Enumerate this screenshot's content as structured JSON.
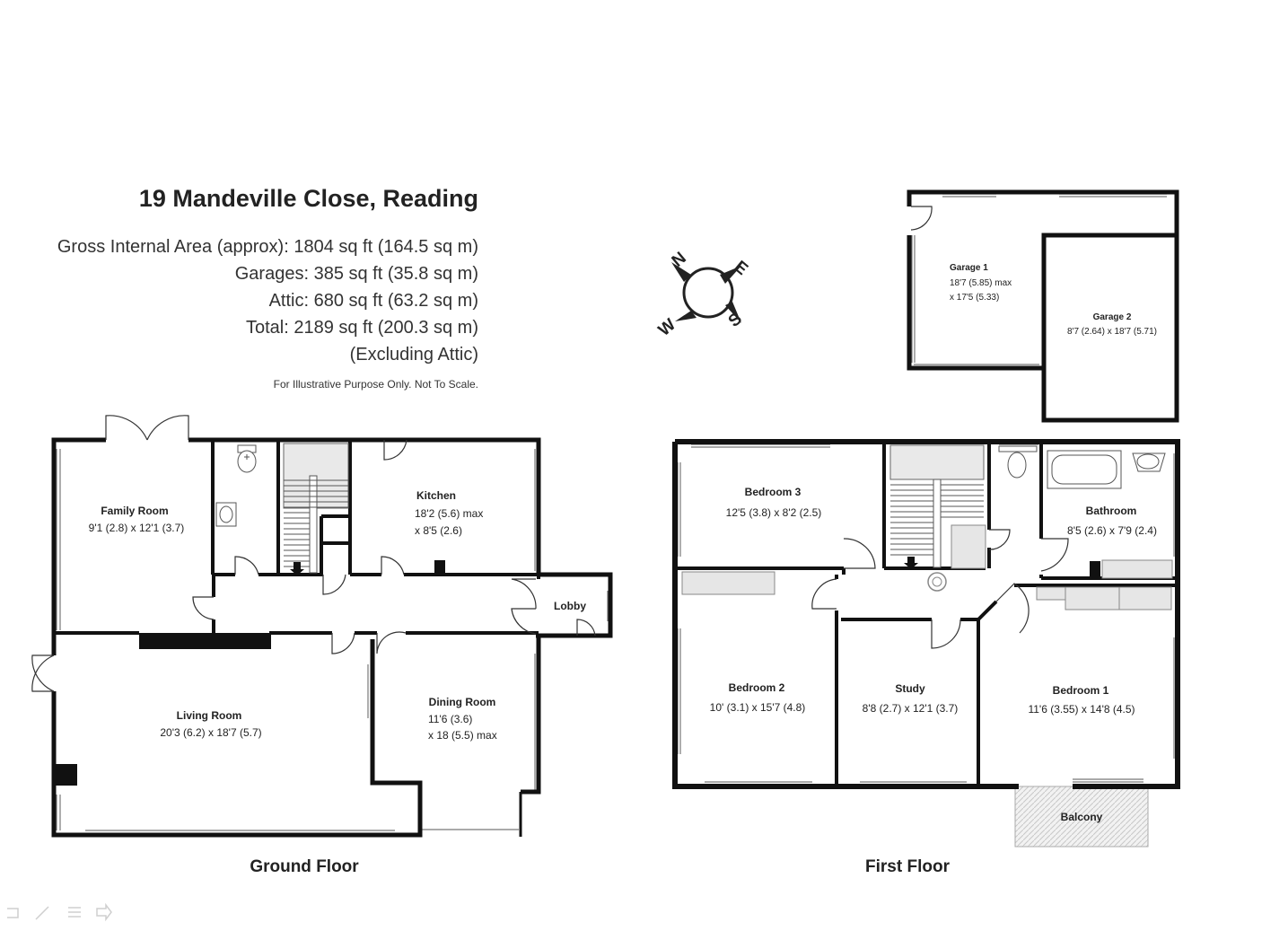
{
  "header": {
    "title": "19 Mandeville Close, Reading",
    "lines": [
      "Gross Internal Area (approx): 1804 sq ft (164.5 sq m)",
      "Garages: 385 sq ft (35.8 sq m)",
      "Attic: 680 sq ft (63.2 sq m)",
      "Total: 2189 sq ft (200.3 sq m)",
      "(Excluding Attic)"
    ],
    "note": "For Illustrative Purpose Only. Not To Scale."
  },
  "compass": {
    "n": "N",
    "e": "E",
    "s": "S",
    "w": "W"
  },
  "ground_floor": {
    "label": "Ground Floor",
    "rooms": {
      "family_room": {
        "name": "Family Room",
        "dims": [
          "9'1 (2.8) x 12'1 (3.7)"
        ]
      },
      "kitchen": {
        "name": "Kitchen",
        "dims": [
          "18'2 (5.6) max",
          "x 8'5 (2.6)"
        ]
      },
      "lobby": {
        "name": "Lobby"
      },
      "living_room": {
        "name": "Living Room",
        "dims": [
          "20'3 (6.2) x 18'7 (5.7)"
        ]
      },
      "dining_room": {
        "name": "Dining Room",
        "dims": [
          "11'6 (3.6)",
          "x 18 (5.5) max"
        ]
      }
    }
  },
  "first_floor": {
    "label": "First Floor",
    "rooms": {
      "bedroom_3": {
        "name": "Bedroom 3",
        "dims": [
          "12'5 (3.8) x 8'2 (2.5)"
        ]
      },
      "bathroom": {
        "name": "Bathroom",
        "dims": [
          "8'5 (2.6) x 7'9 (2.4)"
        ]
      },
      "bedroom_2": {
        "name": "Bedroom 2",
        "dims": [
          "10' (3.1) x 15'7 (4.8)"
        ]
      },
      "study": {
        "name": "Study",
        "dims": [
          "8'8 (2.7) x 12'1 (3.7)"
        ]
      },
      "bedroom_1": {
        "name": "Bedroom 1",
        "dims": [
          "11'6 (3.55) x 14'8 (4.5)"
        ]
      },
      "balcony": {
        "name": "Balcony"
      }
    }
  },
  "garages": {
    "garage_1": {
      "name": "Garage 1",
      "dims": [
        "18'7 (5.85) max",
        "x 17'5 (5.33)"
      ]
    },
    "garage_2": {
      "name": "Garage 2",
      "dims": [
        "8'7 (2.64) x 18'7 (5.71)"
      ]
    }
  }
}
